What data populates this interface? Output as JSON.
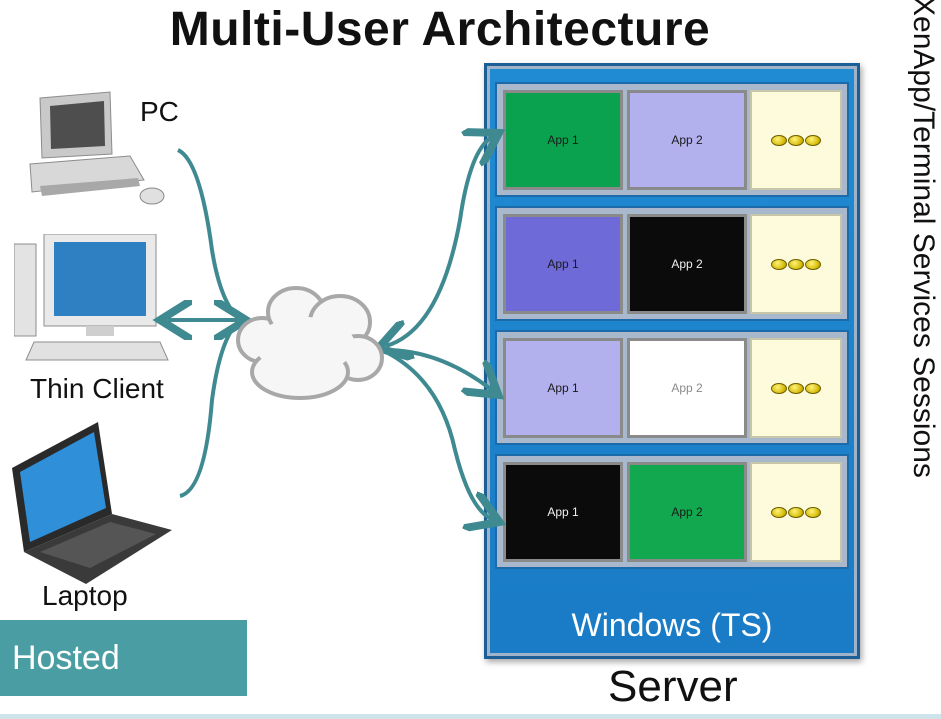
{
  "title": "Multi-User Architecture",
  "devices": {
    "pc": "PC",
    "thin_client": "Thin Client",
    "laptop": "Laptop"
  },
  "server": {
    "os_label": "Windows (TS)",
    "label": "Server",
    "sessions": [
      {
        "apps": [
          {
            "label": "App 1",
            "color": "#0aa24f",
            "text_color": "#1a1a1a"
          },
          {
            "label": "App 2",
            "color": "#b3b0ee",
            "text_color": "#1a1a1a"
          }
        ]
      },
      {
        "apps": [
          {
            "label": "App 1",
            "color": "#6e6bd9",
            "text_color": "#1a1a1a"
          },
          {
            "label": "App 2",
            "color": "#0b0b0b",
            "text_color": "#f0f0f0"
          }
        ]
      },
      {
        "apps": [
          {
            "label": "App 1",
            "color": "#b3b0ee",
            "text_color": "#1a1a1a"
          },
          {
            "label": "App 2",
            "color": "#ffffff",
            "text_color": "#8a8a8a"
          }
        ]
      },
      {
        "apps": [
          {
            "label": "App 1",
            "color": "#0b0b0b",
            "text_color": "#f0f0f0"
          },
          {
            "label": "App 2",
            "color": "#11a84f",
            "text_color": "#1a1a1a"
          }
        ]
      }
    ]
  },
  "side_label": "XenApp/Terminal Services Sessions",
  "tag": "Hosted",
  "colors": {
    "arrow": "#3f8a91",
    "server": "#1f8bd3",
    "hosted": "#4a9ea3"
  }
}
